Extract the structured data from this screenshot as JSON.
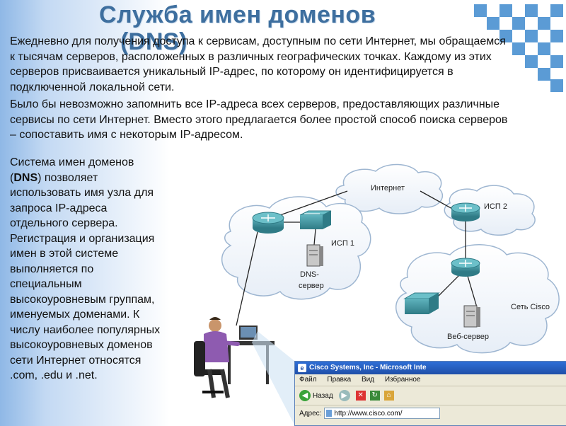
{
  "slide": {
    "title_line1": "Служба имен доменов",
    "title_line2": "(DNS)",
    "para1": "Ежедневно для получения доступа к сервисам, доступным по сети Интернет, мы обращаемся к тысячам серверов, расположенных в различных географических точках. Каждому из этих серверов присваивается уникальный IP-адрес, по которому он идентифицируется в подключенной локальной сети.",
    "para2": "Было бы невозможно запомнить все IP-адреса всех серверов, предоставляющих различные сервисы по сети Интернет. Вместо этого предлагается более простой способ поиска серверов – сопоставить имя с некоторым IP-адресом.",
    "side_pre": "Система имен доменов (",
    "side_bold": "DNS",
    "side_post": ") позволяет использовать имя узла для запроса IP-адреса отдельного сервера. Регистрация и организация имен в этой системе выполняется по специальным высокоуровневым группам, именуемых доменами. К числу наиболее популярных высокоуровневых доменов сети Интернет относятся .com, .edu и .net."
  },
  "diagram": {
    "cloud_internet": "Интернет",
    "cloud_isp1": "ИСП 1",
    "cloud_isp2": "ИСП 2",
    "cloud_cisco": "Сеть Cisco",
    "dns_server_line1": "DNS-",
    "dns_server_line2": "сервер",
    "web_server": "Веб-сервер"
  },
  "browser": {
    "window_title": "Cisco Systems, Inc - Microsoft Inte",
    "menu": [
      "Файл",
      "Правка",
      "Вид",
      "Избранное"
    ],
    "back_label": "Назад",
    "address_label": "Адрес:",
    "address_value": "http://www.cisco.com/"
  },
  "colors": {
    "title": "#3e6f9f",
    "accent": "#5b9bd5",
    "device": "#3f8f99"
  }
}
